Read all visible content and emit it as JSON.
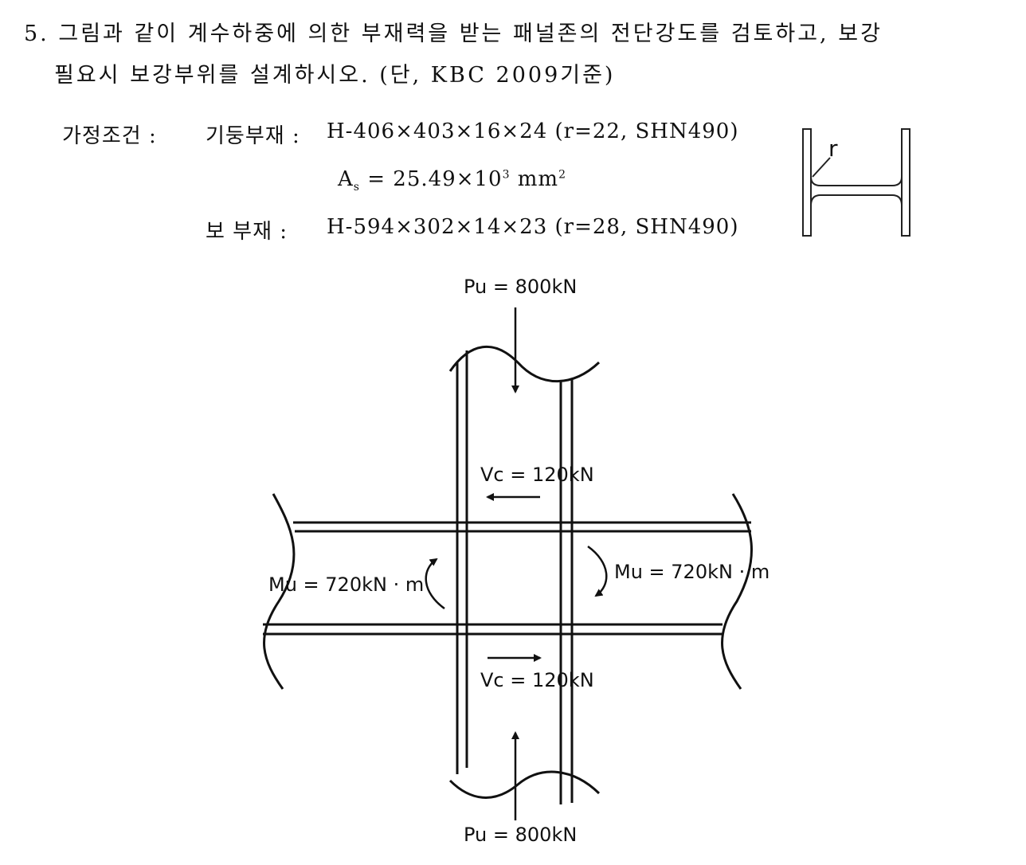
{
  "question": {
    "number": "5.",
    "line1": "그림과 같이 계수하중에 의한 부재력을 받는 패널존의 전단강도를 검토하고, 보강",
    "line2": "필요시 보강부위를 설계하시오. (단, KBC 2009기준)"
  },
  "conditions": {
    "title": "가정조건 :",
    "column_label": "기둥부재 :",
    "column_spec": "H-406×403×16×24 (r=22, SHN490)",
    "as_base": "A",
    "as_sub": "s",
    "as_mid": " = 25.49×10",
    "as_exp": "3",
    "as_unit": " mm",
    "as_unit_exp": "2",
    "beam_label": "보 부재  :",
    "beam_spec": "H-594×302×14×23 (r=28, SHN490)"
  },
  "section_sketch": {
    "radius_label": "r"
  },
  "diagram": {
    "pu_top": "Pu = 800kN",
    "pu_bottom": "Pu = 800kN",
    "vc_top": "Vc = 120kN",
    "vc_bottom": "Vc = 120kN",
    "mu_left": "Mu = 720kN · m",
    "mu_right": "Mu = 720kN · m"
  }
}
